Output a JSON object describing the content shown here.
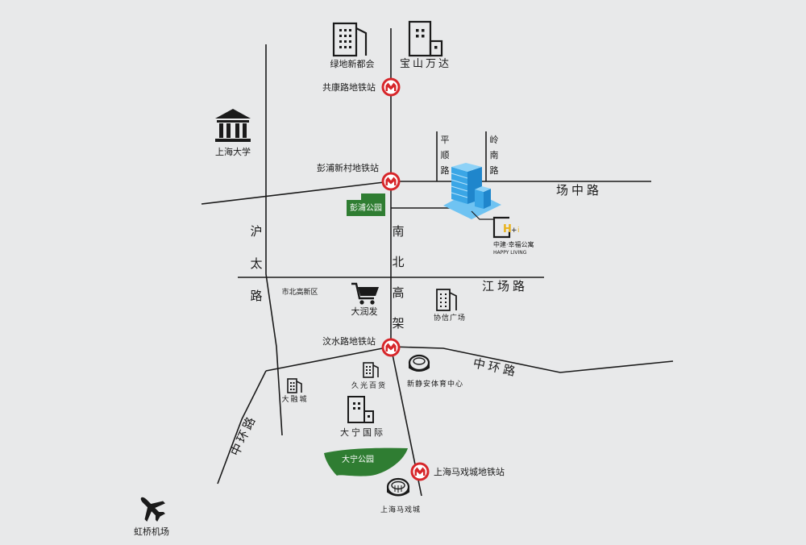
{
  "colors": {
    "background": "#e8e9ea",
    "road": "#1a1a1a",
    "metro": "#d7262a",
    "park": "#2f7d32",
    "building": "#3aa6e6",
    "brand_accent": "#e9b21a"
  },
  "roads": {
    "huta": [
      "沪",
      "太",
      "路"
    ],
    "nanbei": [
      "南",
      "北",
      "高",
      "架"
    ],
    "changzhong": "场中路",
    "jiangchang": "江场路",
    "zhonghuan_east": "中环路",
    "zhonghuan_west": "中环路",
    "pingshun": [
      "平",
      "顺",
      "路"
    ],
    "lingnan": [
      "岭",
      "南",
      "路"
    ]
  },
  "metro_stations": {
    "gongkang": "共康路地铁站",
    "pengpu": "彭浦新村地铁站",
    "wenshui": "汶水路地铁站",
    "circus": "上海马戏城地铁站"
  },
  "landmarks": {
    "lvdi": "绿地新都会",
    "baoshan_wanda": "宝山万达",
    "shanghai_university": "上海大学",
    "pengpu_park": "彭浦公园",
    "shibei": "市北高新区",
    "darunfa": "大润发",
    "xiexin": "协信广场",
    "jiuguang": "久光百货",
    "jingan_sports": "新静安体育中心",
    "darong": "大融城",
    "daning_intl": "大宁国际",
    "daning_park": "大宁公园",
    "circus_city": "上海马戏城",
    "hongqiao_airport": "虹桥机场"
  },
  "project": {
    "name": "中建·幸福公寓",
    "sub": "HAPPY LIVING"
  },
  "icons": [
    "office-tower-icon",
    "office-block-icon",
    "university-icon",
    "shopping-cart-icon",
    "stadium-icon",
    "airplane-icon",
    "metro-icon",
    "isometric-building-icon"
  ]
}
